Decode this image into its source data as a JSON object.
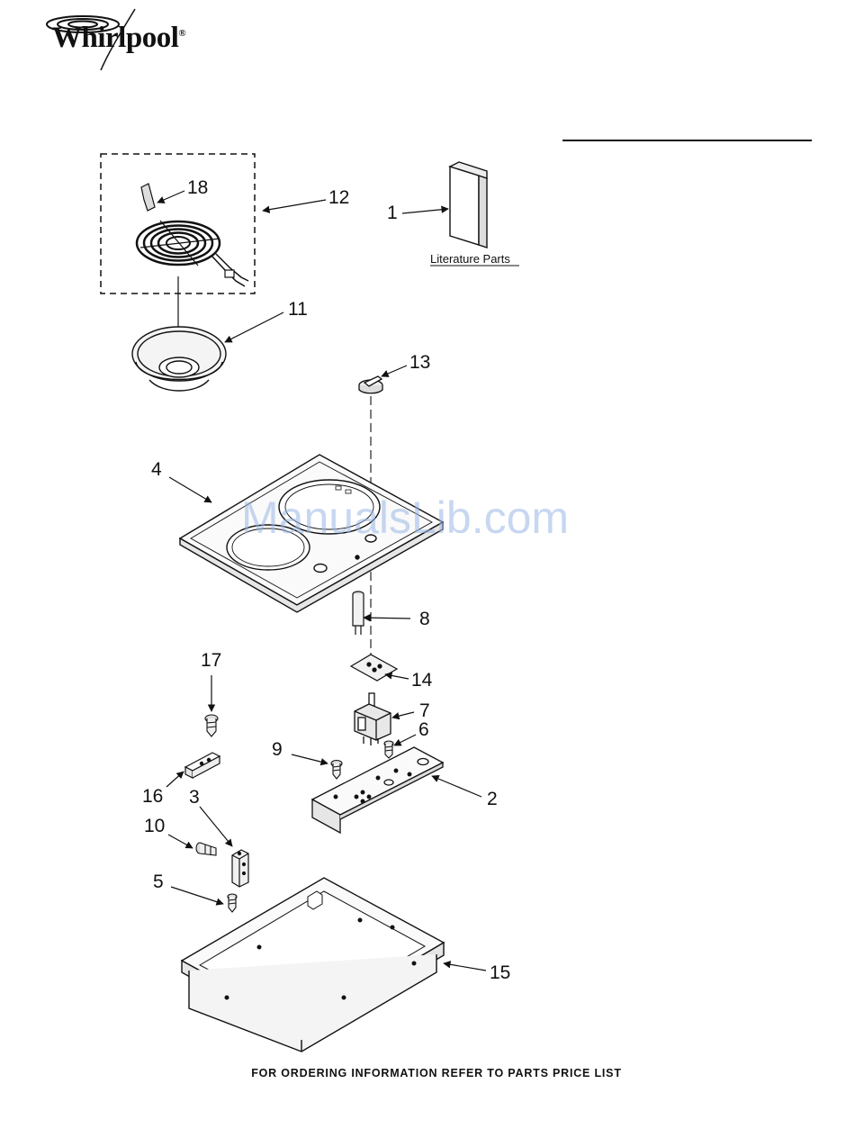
{
  "brand": {
    "name": "Whirlpool",
    "registered": "®"
  },
  "literature_label": "Literature Parts",
  "watermark": "ManualsLib.com",
  "footer": "FOR ORDERING INFORMATION REFER TO PARTS PRICE LIST",
  "callouts": {
    "p1": "1",
    "p2": "2",
    "p3": "3",
    "p4": "4",
    "p5": "5",
    "p6": "6",
    "p7": "7",
    "p8": "8",
    "p9": "9",
    "p10": "10",
    "p11": "11",
    "p12": "12",
    "p13": "13",
    "p14": "14",
    "p15": "15",
    "p16": "16",
    "p17": "17",
    "p18": "18"
  }
}
